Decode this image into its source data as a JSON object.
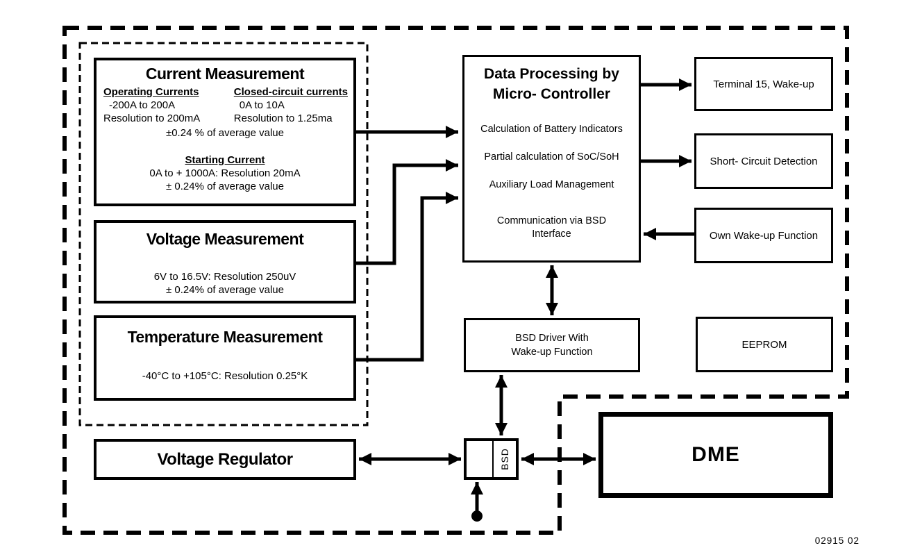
{
  "figure_number": "02915 02",
  "colors": {
    "line": "#000000",
    "background": "#ffffff"
  },
  "boxes": {
    "current": {
      "title": "Current Measurement",
      "operating": {
        "heading": "Operating Currents",
        "range": "-200A to 200A",
        "resolution": "Resolution to 200mA"
      },
      "closed_circuit": {
        "heading": "Closed-circuit currents",
        "range": "0A to 10A",
        "resolution": "Resolution to 1.25ma"
      },
      "accuracy": "±0.24 % of average value",
      "starting": {
        "heading": "Starting Current",
        "range": "0A to + 1000A: Resolution 20mA",
        "accuracy": "± 0.24% of average value"
      }
    },
    "voltage": {
      "title": "Voltage Measurement",
      "range": "6V to 16.5V: Resolution 250uV",
      "accuracy": "± 0.24% of average value"
    },
    "temperature": {
      "title": "Temperature Measurement",
      "range": "-40°C to +105°C: Resolution 0.25°K"
    },
    "processing": {
      "title": "Data Processing by Micro- Controller",
      "functions": [
        "Calculation of Battery Indicators",
        "Partial calculation of SoC/SoH",
        "Auxiliary Load Management",
        "Communication via BSD Interface"
      ]
    },
    "terminal15": {
      "label": "Terminal 15, Wake-up"
    },
    "short_circuit": {
      "label": "Short- Circuit Detection"
    },
    "own_wakeup": {
      "label": "Own Wake-up Function"
    },
    "eeprom": {
      "label": "EEPROM"
    },
    "bsd_driver": {
      "label": "BSD Driver With Wake-up Function"
    },
    "voltage_regulator": {
      "title": "Voltage Regulator"
    },
    "bsd_interface": {
      "label": "BSD"
    },
    "dme": {
      "title": "DME"
    }
  }
}
